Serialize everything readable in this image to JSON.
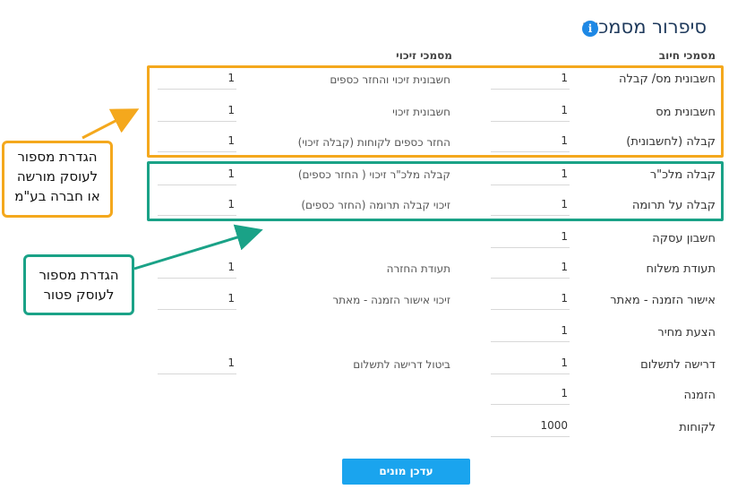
{
  "title": "סיפרור מסמכים",
  "info_icon": "info-icon",
  "column_headers": {
    "debit": "מסמכי חיוב",
    "credit": "מסמכי זיכוי"
  },
  "debit_rows": [
    {
      "label": "חשבונית מס/ קבלה",
      "value": "1"
    },
    {
      "label": "חשבונית מס",
      "value": "1"
    },
    {
      "label": "קבלה (לחשבונית)",
      "value": "1"
    },
    {
      "label": "קבלה מלכ\"ר",
      "value": "1"
    },
    {
      "label": "קבלה על תרומה",
      "value": "1"
    },
    {
      "label": "חשבון עסקה",
      "value": "1"
    },
    {
      "label": "תעודת משלוח",
      "value": "1"
    },
    {
      "label": "אישור הזמנה - מאתר",
      "value": "1"
    },
    {
      "label": "הצעת מחיר",
      "value": "1"
    },
    {
      "label": "דרישה לתשלום",
      "value": "1"
    },
    {
      "label": "הזמנה",
      "value": "1"
    },
    {
      "label": "לקוחות",
      "value": "1000"
    }
  ],
  "credit_rows": [
    {
      "label": "חשבונית זיכוי והחזר כספים",
      "value": "1"
    },
    {
      "label": "חשבונית זיכוי",
      "value": "1"
    },
    {
      "label": "החזר כספים לקוחות (קבלה זיכוי)",
      "value": "1"
    },
    {
      "label": "קבלה מלכ\"ר זיכוי ( החזר כספים)",
      "value": "1"
    },
    {
      "label": "זיכוי קבלה תרומה (החזר כספים)",
      "value": "1"
    },
    {
      "label": "תעודת החזרה",
      "value": "1"
    },
    {
      "label": "זיכוי אישור הזמנה - מאתר",
      "value": "1"
    },
    {
      "label": "ביטול דרישה לתשלום",
      "value": "1"
    }
  ],
  "callouts": {
    "orange": {
      "line1": "הגדרת מספור",
      "line2": "לעוסק מורשה",
      "line3": "או חברה בע\"מ"
    },
    "teal": {
      "line1": "הגדרת מספור",
      "line2": "לעוסק פטור"
    }
  },
  "update_button": "עדכן מונים",
  "colors": {
    "orange": "#f4a81d",
    "teal": "#1aa287",
    "button": "#1aa4ee",
    "title": "#1f3a5c"
  }
}
